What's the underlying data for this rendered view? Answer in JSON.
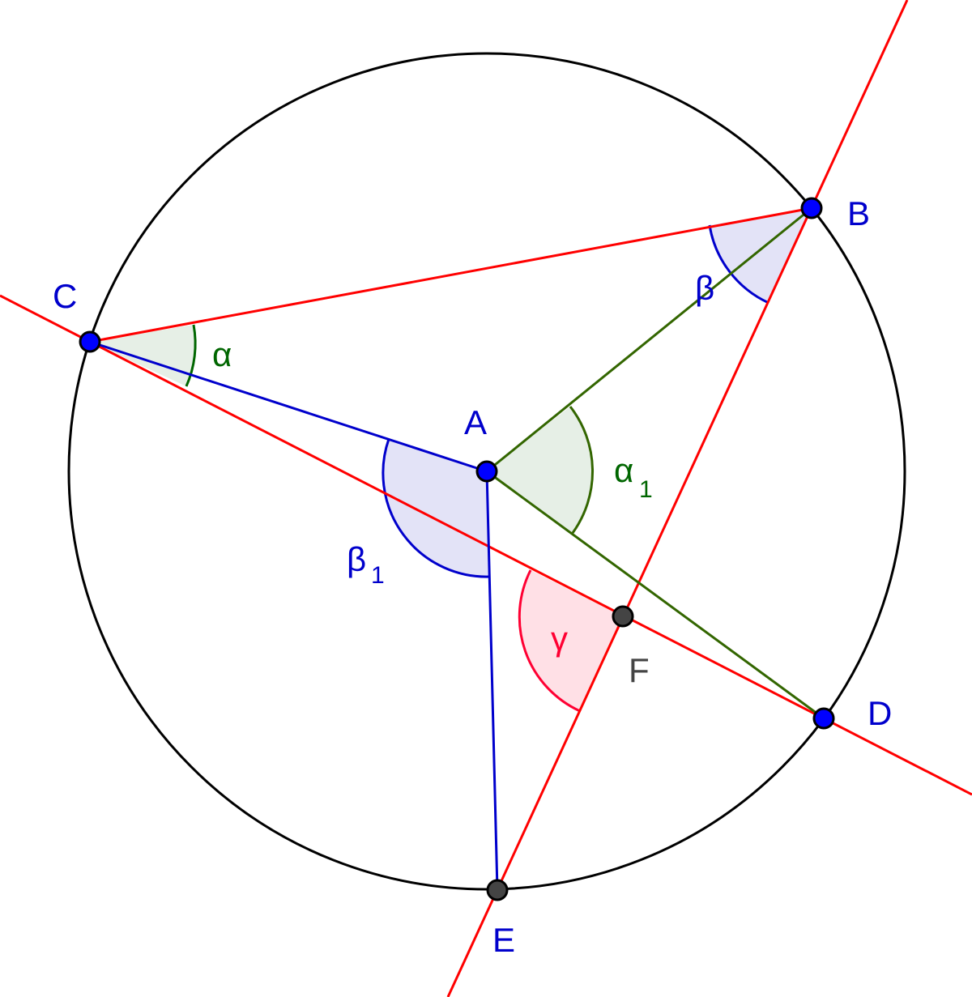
{
  "diagram": {
    "points": {
      "A": "A",
      "B": "B",
      "C": "C",
      "D": "D",
      "E": "E",
      "F": "F"
    },
    "angles": {
      "alpha": "α",
      "beta": "β",
      "gamma": "γ",
      "alpha1_base": "α",
      "alpha1_sub": "1",
      "beta1_base": "β",
      "beta1_sub": "1"
    },
    "colors": {
      "circle": "#000000",
      "red_lines": "#ff0000",
      "blue_segments": "#0000cc",
      "green_segments": "#336600",
      "point_fill_blue": "#0000ff",
      "point_fill_gray": "#444444",
      "label_blue": "#0000cc",
      "label_gray": "#444444",
      "alpha_color": "#006600",
      "beta_color": "#0000cc",
      "gamma_color": "#ff0033",
      "alpha_fill": "#e6efe6",
      "beta_fill": "#e3e3f7",
      "gamma_fill": "#ffe0e6"
    }
  }
}
